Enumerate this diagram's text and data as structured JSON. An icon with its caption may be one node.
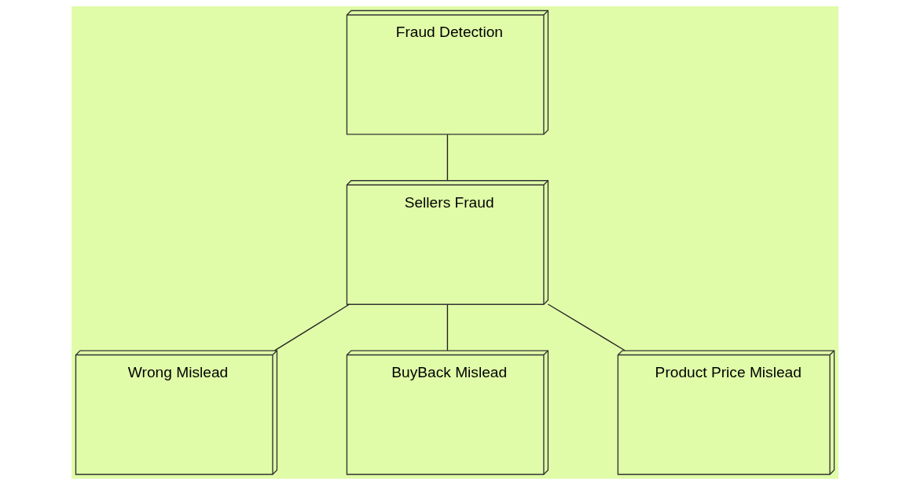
{
  "diagram": {
    "nodes": [
      {
        "text": [
          "Fraud Detection"
        ]
      },
      {
        "text": [
          "Sellers Fraud"
        ]
      },
      {
        "text": [
          "Wrong Mislead"
        ]
      },
      {
        "text": [
          "BuyBack Mislead"
        ]
      },
      {
        "text": [
          "Product Price Mislead"
        ]
      }
    ],
    "edges": [
      {
        "from": 0,
        "to": 1,
        "arrow": "none"
      },
      {
        "from": 1,
        "to": 2,
        "arrow": "none"
      },
      {
        "from": 1,
        "to": 3,
        "arrow": "none"
      },
      {
        "from": 1,
        "to": 4,
        "arrow": "none"
      }
    ]
  }
}
